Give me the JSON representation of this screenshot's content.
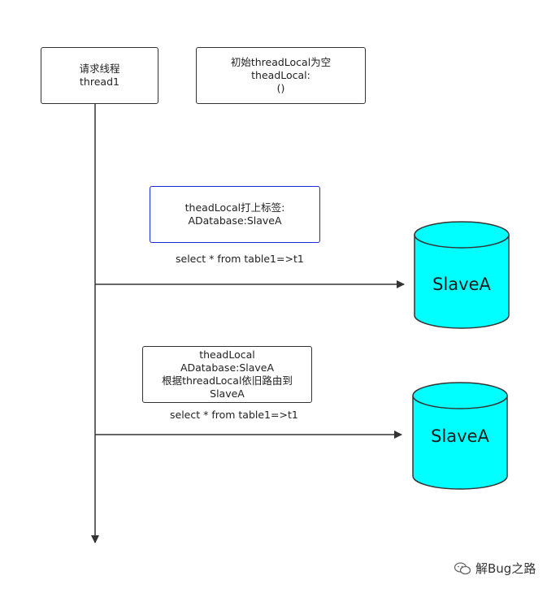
{
  "boxes": {
    "thread": [
      "请求线程",
      "thread1"
    ],
    "init": [
      "初始threadLocal为空",
      "theadLocal:",
      "()"
    ],
    "tag": [
      "theadLocal打上标签:",
      "ADatabase:SlaveA"
    ],
    "route": [
      "theadLocal",
      "ADatabase:SlaveA",
      "根据threadLocal依旧路由到",
      "SlaveA"
    ]
  },
  "queries": {
    "q1": "select * from table1=>t1",
    "q2": "select * from table1=>t1"
  },
  "databases": {
    "db1": "SlaveA",
    "db2": "SlaveA"
  },
  "watermark": "解Bug之路",
  "colors": {
    "db_fill": "#00ffff",
    "tag_border": "#1f2ad6",
    "line": "#333333"
  }
}
